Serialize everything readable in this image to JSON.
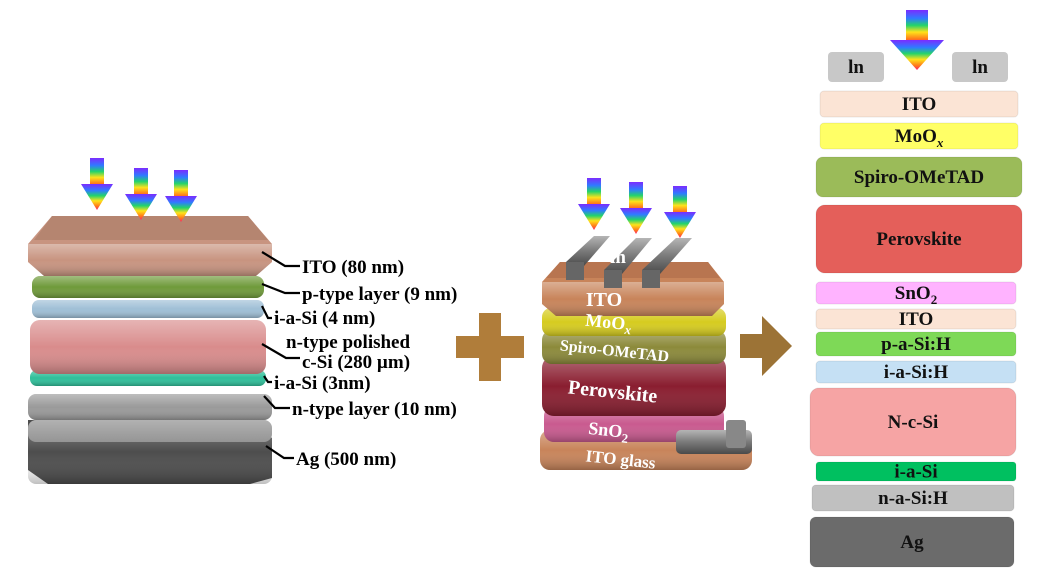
{
  "left_stack": {
    "labels": [
      "ITO (80 nm)",
      "p-type layer (9 nm)",
      "i-a-Si (4 nm)",
      "n-type polished",
      "c-Si (280 µm)",
      "i-a-Si (3nm)",
      "n-type layer (10 nm)",
      "Ag (500 nm)"
    ]
  },
  "middle_stack": {
    "contact": "ln",
    "ito": "ITO",
    "moox": "MoO",
    "moox_sub": "x",
    "spiro": "Spiro-OMeTAD",
    "perovskite": "Perovskite",
    "sno2": "SnO",
    "sno2_sub": "2",
    "ito_glass": "ITO glass"
  },
  "right_stack": {
    "contact_left": "ln",
    "contact_right": "ln",
    "layers": [
      {
        "label": "ITO",
        "color": "#fbe4d5"
      },
      {
        "label": "MoO",
        "sub": "x",
        "color": "#ffff66"
      },
      {
        "label": "Spiro-OMeTAD",
        "color": "#9bbb59"
      },
      {
        "label": "Perovskite",
        "color": "#e45f5a"
      },
      {
        "label": "SnO",
        "sub": "2",
        "color": "#ffb3ff"
      },
      {
        "label": "ITO",
        "color": "#fbe4d5"
      },
      {
        "label": "p-a-Si:H",
        "color": "#7ed957"
      },
      {
        "label": "i-a-Si:H",
        "color": "#c5e0f4"
      },
      {
        "label": "N-c-Si",
        "color": "#f6a4a4"
      },
      {
        "label": "i-a-Si",
        "color": "#00c060"
      },
      {
        "label": "n-a-Si:H",
        "color": "#c0c0c0"
      },
      {
        "label": "Ag",
        "color": "#6b6b6b"
      }
    ]
  },
  "colors": {
    "plus_sign": "#b07d3a",
    "arrow": "#9c7336",
    "ito_slab": "#c89480",
    "p_layer": "#6f9a3a",
    "ia_si_top": "#9fbfd6",
    "c_si": "#d98c8c",
    "ia_si_bottom": "#2fbf9a",
    "n_layer": "#9a9a9a",
    "ag": "#555555"
  }
}
